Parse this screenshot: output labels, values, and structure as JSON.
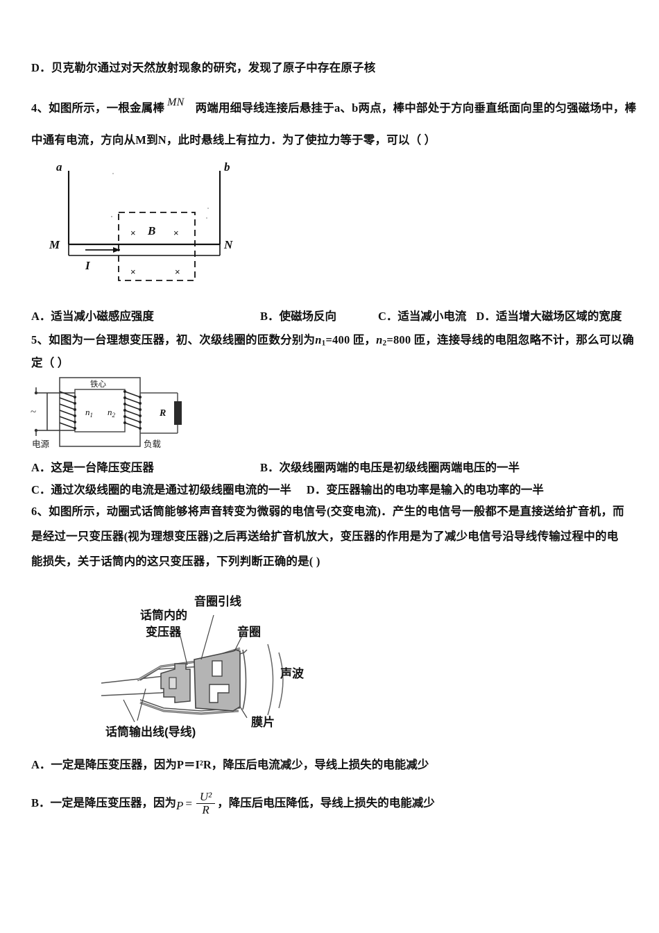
{
  "document": {
    "prev_option_d": "D．贝克勒尔通过对天然放射现象的研究，发现了原子中存在原子核"
  },
  "question4": {
    "text_before_mn": "4、如图所示，一根金属棒",
    "mn_label": "MN",
    "text_after_mn": "两端用细导线连接后悬挂于a、b两点，棒中部处于方向垂直纸面向里的匀强磁场中，棒",
    "line2": "中通有电流，方向从M到N，此时悬线上有拉力．为了使拉力等于零，可以（    ）",
    "figure": {
      "label_a": "a",
      "label_b": "b",
      "label_M": "M",
      "label_N": "N",
      "label_B": "B",
      "label_I": "I",
      "cross_marks": [
        "×",
        "×",
        "×",
        "×"
      ]
    },
    "options": [
      "A．适当减小磁感应强度",
      "B．使磁场反向",
      "C．适当减小电流",
      "D．适当增大磁场区域的宽度"
    ]
  },
  "question5": {
    "line1_part1": "5、如图为一台理想变压器，初、次级线圈的匝数分别为",
    "n1_label": "n",
    "n1_sub": "1",
    "n1_value": "=400 匝，",
    "n2_label": "n",
    "n2_sub": "2",
    "n2_value": "=800 匝，连接导线的电阻忽略不计，那么可以确",
    "line2": "定（  ）",
    "figure": {
      "core_label": "铁心",
      "source_label": "电源",
      "source_symbol": "~",
      "primary_label_main": "n",
      "primary_label_sub": "1",
      "secondary_label_main": "n",
      "secondary_label_sub": "2",
      "resistor_label": "R",
      "load_label": "负载"
    },
    "options": [
      "A．这是一台降压变压器",
      "B．次级线圈两端的电压是初级线圈两端电压的一半",
      "C．通过次级线圈的电流是通过初级线圈电流的一半",
      "D．变压器输出的电功率是输入的电功率的一半"
    ]
  },
  "question6": {
    "line1": "6、如图所示，动圈式话筒能够将声音转变为微弱的电信号(交变电流)．产生的电信号一般都不是直接送给扩音机，而",
    "line2": "是经过一只变压器(视为理想变压器)之后再送给扩音机放大，变压器的作用是为了减少电信号沿导线传输过程中的电",
    "line3": "能损失，关于话筒内的这只变压器，下列判断正确的是(        )",
    "figure": {
      "label_transformer": "话筒内的",
      "label_transformer2": "变压器",
      "label_voice_coil_lead": "音圈引线",
      "label_voice_coil": "音圈",
      "label_sound_wave": "声波",
      "label_diaphragm": "膜片",
      "label_output_wire": "话筒输出线(导线)"
    },
    "optionA_prefix": "A．一定是降压变压器，因为",
    "optionA_formula": "P＝I²R",
    "optionA_suffix": "，降压后电流减少，导线上损失的电能减少",
    "optionB_prefix": "B．一定是降压变压器，因为",
    "optionB_formula_p": "P",
    "optionB_formula_eq": "=",
    "optionB_formula_num": "U²",
    "optionB_formula_den": "R",
    "optionB_suffix": "，降压后电压降低，导线上损失的电能减少"
  }
}
